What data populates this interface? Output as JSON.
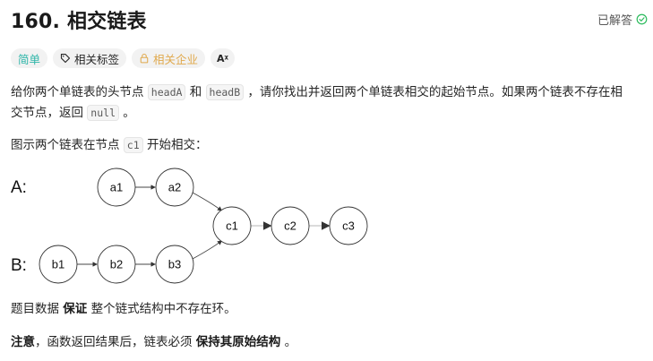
{
  "header": {
    "title": "160. 相交链表",
    "status_label": "已解答",
    "status_icon": "check-circle-icon",
    "status_color": "#2cbb5d"
  },
  "tags": {
    "difficulty": "简单",
    "difficulty_color": "#2db5a8",
    "topics": "相关标签",
    "topics_icon": "tag-icon",
    "companies": "相关企业",
    "companies_icon": "lock-icon",
    "companies_color": "#e0a94d",
    "translate_icon": "translate-icon",
    "translate_label": "Aᵡ"
  },
  "description": {
    "p1": {
      "t1": "给你两个单链表的头节点 ",
      "c1": "headA",
      "t2": " 和 ",
      "c2": "headB",
      "t3": " ，请你找出并返回两个单链表相交的起始节点。如果两个链表不存在相",
      "t4": "交节点，返回 ",
      "c3": "null",
      "t5": " 。"
    },
    "p2": {
      "t1": "图示两个链表在节点 ",
      "c1": "c1",
      "t2": " 开始相交："
    },
    "p3": {
      "t1": "题目数据 ",
      "b1": "保证",
      "t2": " 整个链式结构中不存在环。"
    },
    "p4": {
      "b1": "注意",
      "t1": "，函数返回结果后，链表必须 ",
      "b2": "保持其原始结构",
      "t2": " 。"
    }
  },
  "diagram": {
    "label_a": "A:",
    "label_b": "B:",
    "list_a": [
      "a1",
      "a2"
    ],
    "list_b": [
      "b1",
      "b2",
      "b3"
    ],
    "shared": [
      "c1",
      "c2",
      "c3"
    ]
  }
}
